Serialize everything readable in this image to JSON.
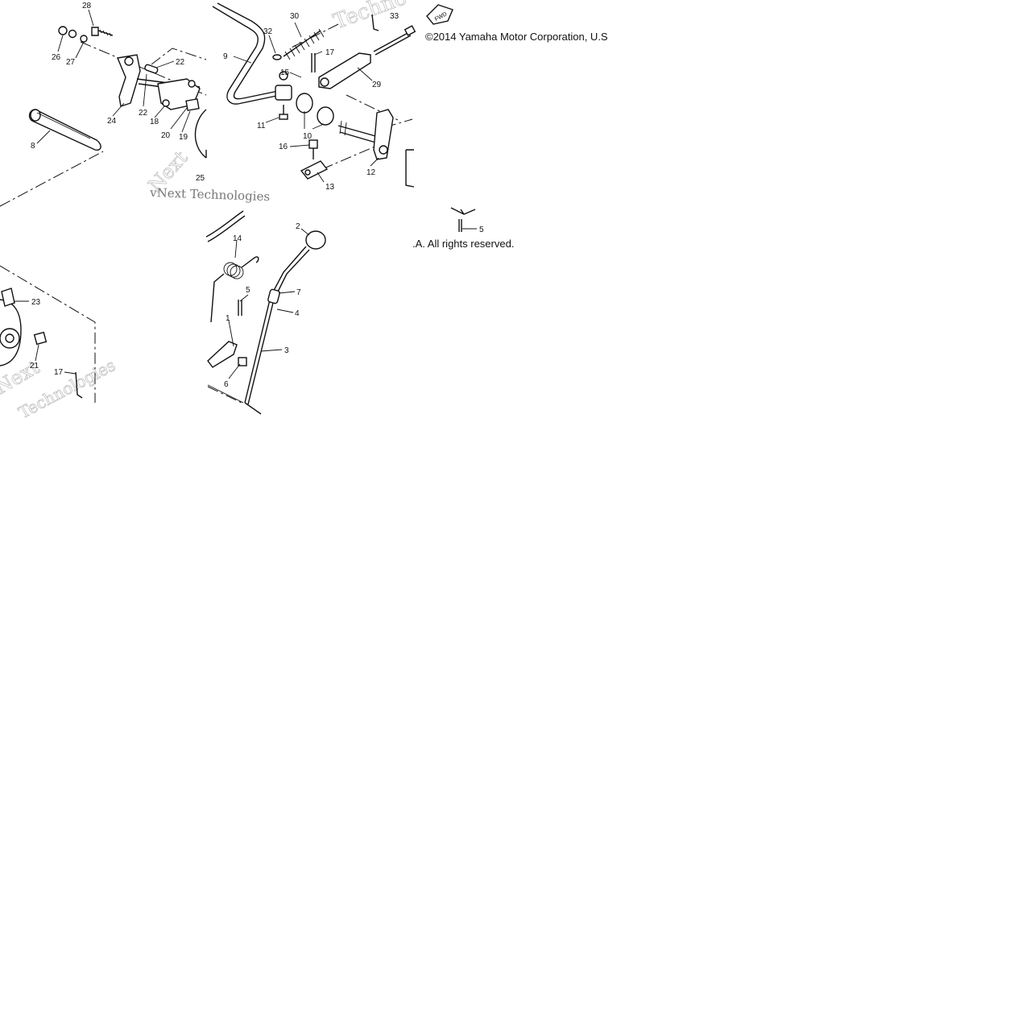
{
  "diagram": {
    "copyright_top": "©2014 Yamaha Motor Corporation, U.S",
    "copyright_bottom": ".A. All rights reserved.",
    "watermarks": [
      "vNext Technologies",
      "Techno",
      "Next",
      "Technologies"
    ],
    "fwd_badge": "FWD",
    "callouts": [
      {
        "id": "c28",
        "label": "28"
      },
      {
        "id": "c26",
        "label": "26"
      },
      {
        "id": "c27",
        "label": "27"
      },
      {
        "id": "c22a",
        "label": "22"
      },
      {
        "id": "c22b",
        "label": "22"
      },
      {
        "id": "c24",
        "label": "24"
      },
      {
        "id": "c18",
        "label": "18"
      },
      {
        "id": "c20",
        "label": "20"
      },
      {
        "id": "c19",
        "label": "19"
      },
      {
        "id": "c8",
        "label": "8"
      },
      {
        "id": "c25",
        "label": "25"
      },
      {
        "id": "c30",
        "label": "30"
      },
      {
        "id": "c33",
        "label": "33"
      },
      {
        "id": "c32",
        "label": "32"
      },
      {
        "id": "c9",
        "label": "9"
      },
      {
        "id": "c17a",
        "label": "17"
      },
      {
        "id": "c15",
        "label": "15"
      },
      {
        "id": "c29",
        "label": "29"
      },
      {
        "id": "c11",
        "label": "11"
      },
      {
        "id": "c10",
        "label": "10"
      },
      {
        "id": "c16",
        "label": "16"
      },
      {
        "id": "c12",
        "label": "12"
      },
      {
        "id": "c13",
        "label": "13"
      },
      {
        "id": "c5a",
        "label": "5"
      },
      {
        "id": "c2",
        "label": "2"
      },
      {
        "id": "c14",
        "label": "14"
      },
      {
        "id": "c7",
        "label": "7"
      },
      {
        "id": "c5b",
        "label": "5"
      },
      {
        "id": "c4",
        "label": "4"
      },
      {
        "id": "c1",
        "label": "1"
      },
      {
        "id": "c3",
        "label": "3"
      },
      {
        "id": "c6",
        "label": "6"
      },
      {
        "id": "c23",
        "label": "23"
      },
      {
        "id": "c21",
        "label": "21"
      },
      {
        "id": "c17b",
        "label": "17"
      }
    ]
  }
}
